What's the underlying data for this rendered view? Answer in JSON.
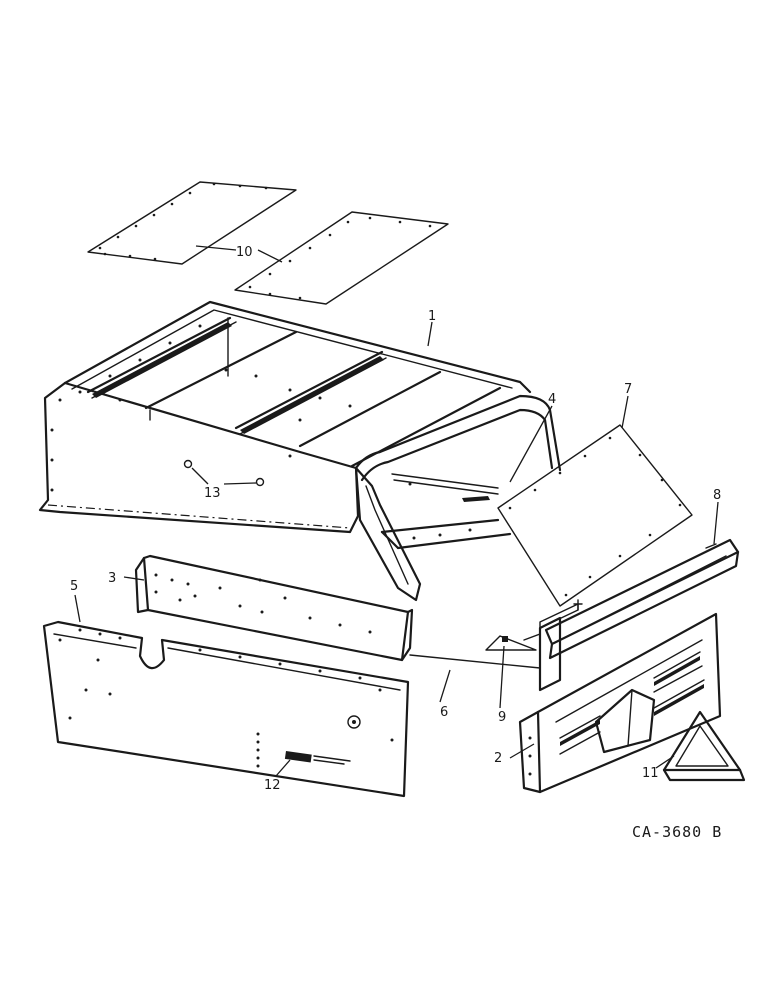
{
  "callouts": [
    "1",
    "2",
    "3",
    "4",
    "5",
    "6",
    "7",
    "8",
    "9",
    "10",
    "11",
    "12",
    "13"
  ],
  "drawing_number": "CA-3680 B"
}
